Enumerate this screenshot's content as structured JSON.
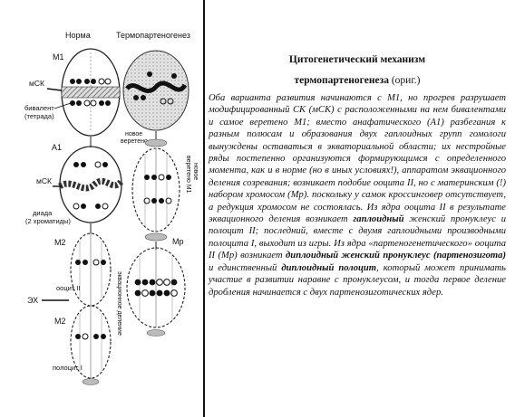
{
  "figure": {
    "col_norm": "Норма",
    "col_thermo": "Термопартеногенез",
    "m1": "М1",
    "msk_upper": "мСК",
    "bivalent": "бивалент",
    "tetrad": "(тетрада)",
    "new_spindle_1": "новое",
    "new_spindle_2": "веретено",
    "a1": "А1",
    "msk_lower": "мСК",
    "diad": "диада",
    "chromatids": "(2 хроматиды)",
    "spindle_m1_vertical": "веретено М1",
    "new_vertical": "новое",
    "mp": "Мр",
    "m2_upper": "М2",
    "oocyte2": "ооцит II",
    "ex": "ЭХ",
    "eq_division": "эквационное деление",
    "m2_lower": "М2",
    "polocyte1": "полоцит I"
  },
  "text": {
    "title_line1": "Цитогенетический механизм",
    "title_line2": "термопартеногенеза",
    "title_orig": " (ориг.)",
    "p1": "Оба варианта развития начинаются с М1, но прогрев разрушает модифицированный СК (мСК) с расположенными на нем бивалентами и самое веретено М1; вместо анафатического (А1) разбегания к разным полюсам и образования двух гаплоидных групп гомологи вынуждены оставаться в экваториальной области; их нестройные ряды постепенно организуются формирующимся с определенного момента, как и в норме (но в иных условиях!), аппаратом эквационного деления созревания; возникает подобие ооцита II, но с материнским (!) набором хромосом (Мр). поскольку у самок кроссинговер отсутствует, а редукция хромосом не состоялась. Из ядра ооцита II в результате эквационного деления возникает ",
    "b1": "гаплоидный",
    "p2": " женский пронуклеус и полоцит II; последний, вместе с двумя гаплоидными производными полоцита I, выходит из игры. Из ядра «партеногенетического» ооцита II (Мр) возникает ",
    "b2": "диплоидный женский пронуклеус (партенозигота)",
    "p3": " и единственный ",
    "b3": "диплоидный полоцит",
    "p4": ", который может принимать участие в развитии наравне с пронуклеусом, и тогда первое деление дробления начинается с двух партенозиготических ядер."
  }
}
